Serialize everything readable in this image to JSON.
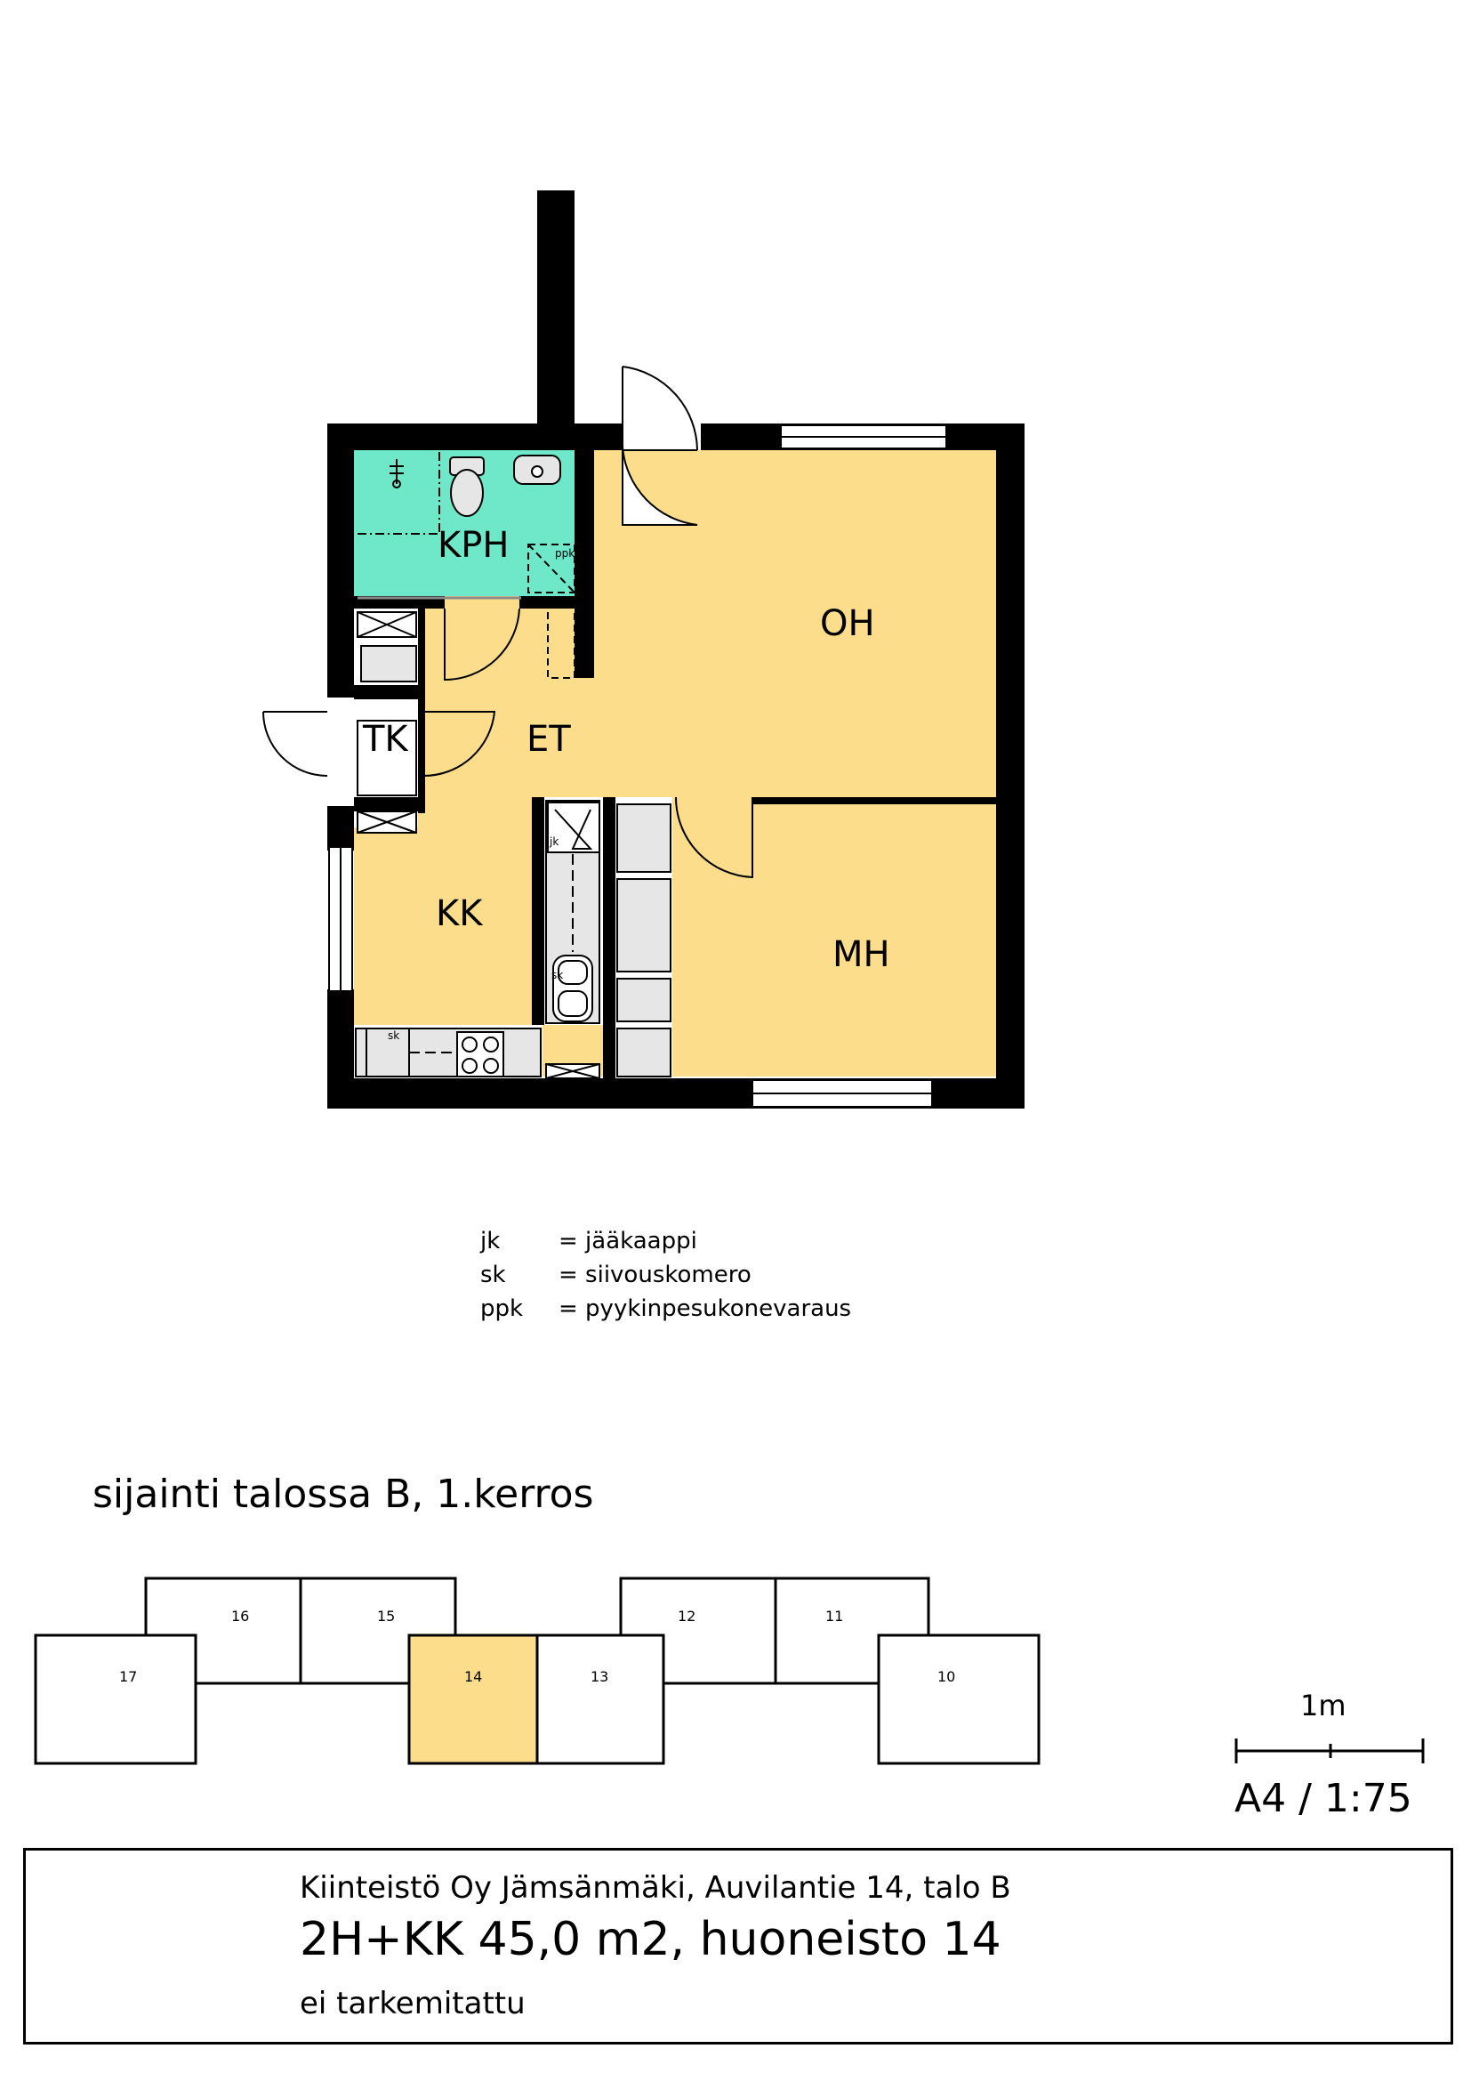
{
  "colors": {
    "dry_room": "#FCDD8C",
    "bathroom": "#6EE8C8",
    "selected_unit": "#FCDD8C",
    "wall": "#000000"
  },
  "rooms": {
    "kph": "KPH",
    "oh": "OH",
    "et": "ET",
    "tk": "TK",
    "kk": "KK",
    "mh": "MH"
  },
  "fixtures": {
    "ppk": "ppk",
    "jk": "jk",
    "sk1": "sk",
    "sk2": "sk"
  },
  "legend": [
    {
      "abbr": "jk",
      "desc": "= jääkaappi"
    },
    {
      "abbr": "sk",
      "desc": "= siivouskomero"
    },
    {
      "abbr": "ppk",
      "desc": "= pyykinpesukonevaraus"
    }
  ],
  "location_title": "sijainti talossa B, 1.kerros",
  "units": {
    "u16": "16",
    "u15": "15",
    "u12": "12",
    "u11": "11",
    "u17": "17",
    "u14": "14",
    "u13": "13",
    "u10": "10"
  },
  "selected_unit": "14",
  "scale": {
    "bar_label": "1m",
    "paper": "A4 / 1:75"
  },
  "title_block": {
    "address": "Kiinteistö Oy Jämsänmäki, Auvilantie 14, talo B",
    "apartment": "2H+KK 45,0 m2, huoneisto 14",
    "note": "ei tarkemitattu"
  }
}
